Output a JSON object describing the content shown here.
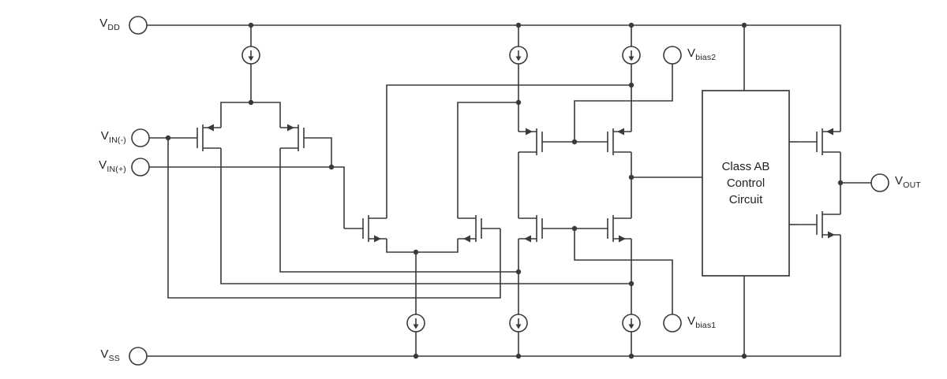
{
  "labels": {
    "vdd": {
      "main": "V",
      "sub": "DD"
    },
    "vin_minus": {
      "main": "V",
      "sub": "IN(-)"
    },
    "vin_plus": {
      "main": "V",
      "sub": "IN(+)"
    },
    "vss": {
      "main": "V",
      "sub": "SS"
    },
    "vout": {
      "main": "V",
      "sub": "OUT"
    },
    "vbias2": {
      "main": "V",
      "sub": "bias2"
    },
    "vbias1": {
      "main": "V",
      "sub": "bias1"
    }
  },
  "control_box": {
    "line1": "Class AB",
    "line2": "Control",
    "line3": "Circuit"
  },
  "colors": {
    "line": "#3a3a3a",
    "background": "#ffffff"
  }
}
